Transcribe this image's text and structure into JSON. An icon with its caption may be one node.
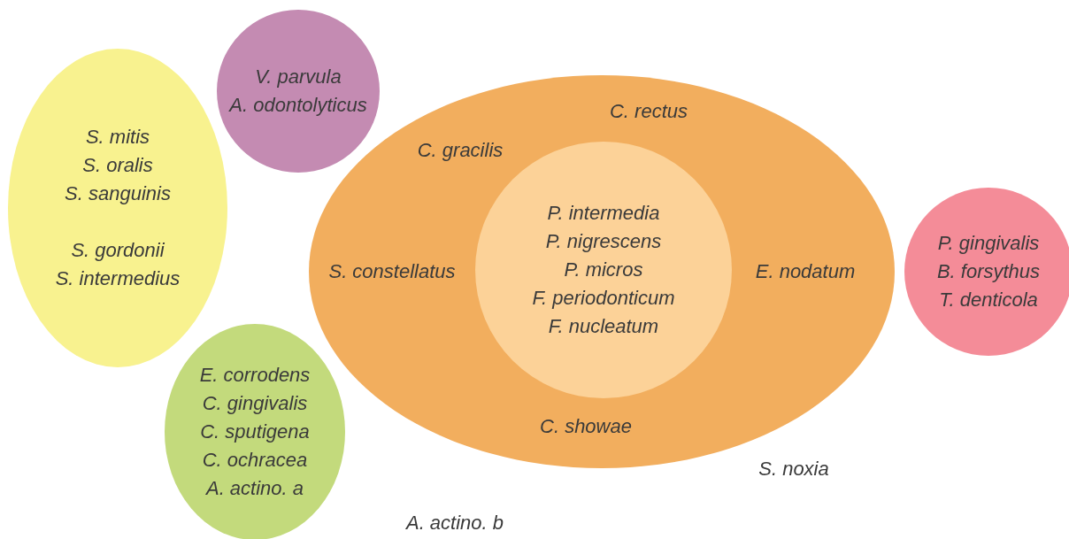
{
  "diagram": {
    "nodes": [
      {
        "text": [
          "S. mitis",
          "S. oralis",
          "S. sanguinis",
          "S. gordonii",
          "S. intermedius"
        ]
      },
      {
        "text": [
          "V. parvula",
          "A. odontolyticus"
        ]
      },
      {
        "text": [
          "C. rectus",
          "C. gracilis",
          "S. constellatus",
          "E. nodatum",
          "C. showae"
        ]
      },
      {
        "text": [
          "P. intermedia",
          "P. nigrescens",
          "P. micros",
          "F. periodonticum",
          "F. nucleatum"
        ],
        "in": 2
      },
      {
        "text": [
          "P. gingivalis",
          "B. forsythus",
          "T. denticola"
        ]
      },
      {
        "text": [
          "E. corrodens",
          "C. gingivalis",
          "C. sputigena",
          "C. ochracea",
          "A. actino. a"
        ]
      }
    ],
    "labels": [
      "S. noxia",
      "A. actino. b"
    ]
  }
}
